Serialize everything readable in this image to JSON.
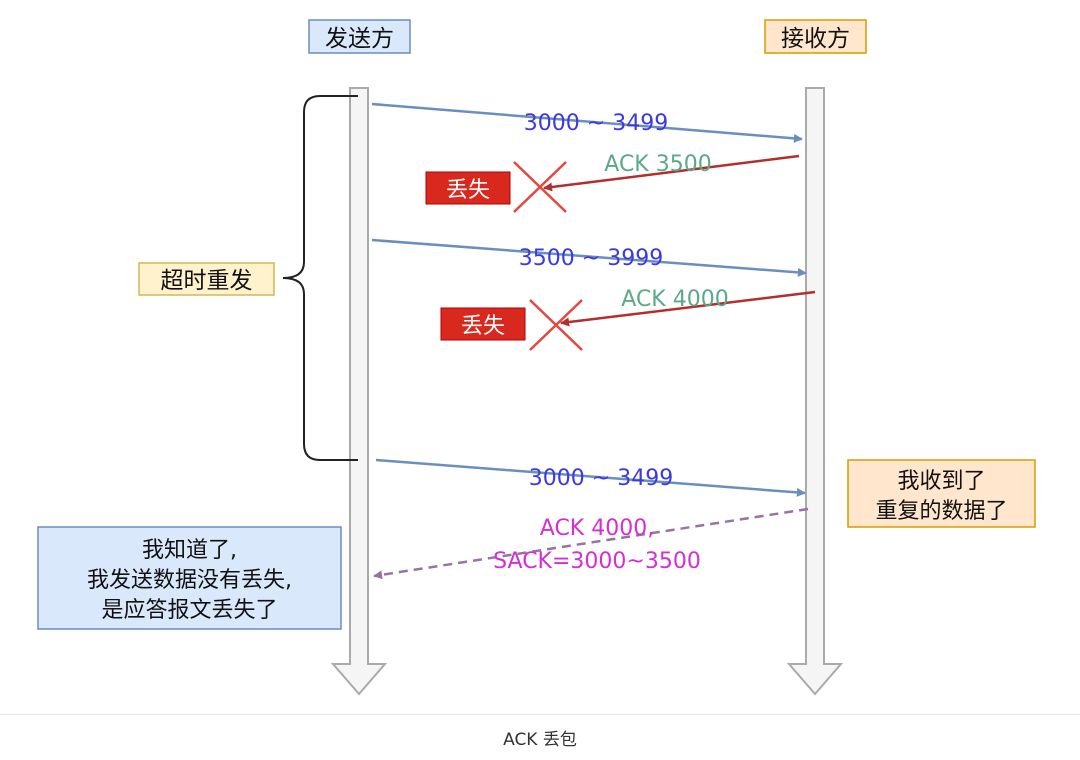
{
  "sender_label": "发送方",
  "receiver_label": "接收方",
  "timeout_label": "超时重发",
  "lost_label": "丢失",
  "messages": [
    {
      "text": "3000 ~ 3499"
    },
    {
      "text": "ACK 3500"
    },
    {
      "text": "3500 ~ 3999"
    },
    {
      "text": "ACK 4000"
    },
    {
      "text": "3000 ~ 3499"
    },
    {
      "line1": "ACK 4000,",
      "line2": "SACK=3000~3500"
    }
  ],
  "receiver_note": {
    "line1": "我收到了",
    "line2": "重复的数据了"
  },
  "sender_note": {
    "line1": "我知道了,",
    "line2": "我发送数据没有丢失,",
    "line3": "是应答报文丢失了"
  },
  "caption": "ACK 丢包",
  "colors": {
    "data_arrow": "#6c8ebf",
    "ack_arrow": "#b52d2d",
    "dup_ack_arrow": "#9673a6",
    "data_text": "#3a3ae0",
    "ack_text": "#5aa98a",
    "sack_text": "#d42ed4",
    "lost_fill": "#d9281e",
    "cross": "#e8463c"
  }
}
